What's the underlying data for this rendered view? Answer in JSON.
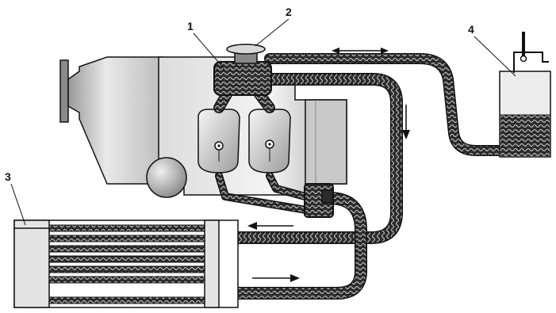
{
  "diagram": {
    "callouts": [
      {
        "id": "1",
        "label": "1"
      },
      {
        "id": "2",
        "label": "2"
      },
      {
        "id": "3",
        "label": "3"
      },
      {
        "id": "4",
        "label": "4"
      }
    ],
    "colors": {
      "hose": "#2b2b2b",
      "hose_weave": "#bdbdbd",
      "engine_light": "#e9e9e9",
      "engine_mid": "#c8c8c8",
      "engine_dark": "#9a9a9a",
      "outline": "#111111",
      "coolant": "#222222"
    },
    "icons": {
      "flow_arrows": "arrow-icon",
      "bidirectional": "double-arrow-icon"
    }
  }
}
